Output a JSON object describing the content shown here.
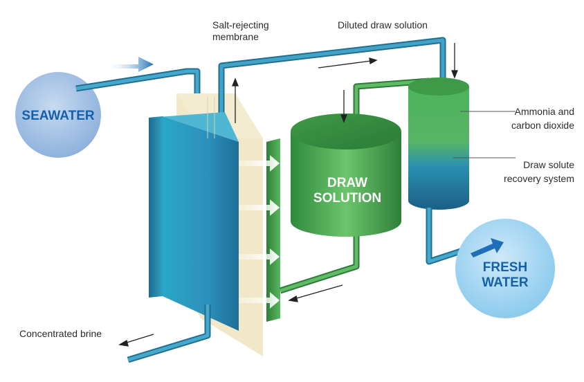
{
  "labels": {
    "seawater": "SEAWATER",
    "fresh_water_line1": "FRESH",
    "fresh_water_line2": "WATER",
    "draw_solution_line1": "DRAW",
    "draw_solution_line2": "SOLUTION",
    "salt_membrane_line1": "Salt-rejecting",
    "salt_membrane_line2": "membrane",
    "diluted_draw": "Diluted draw solution",
    "ammonia_line1": "Ammonia and",
    "ammonia_line2": "carbon dioxide",
    "recovery_line1": "Draw solute",
    "recovery_line2": "recovery system",
    "concentrated_brine": "Concentrated brine"
  },
  "colors": {
    "seawater_circle": "#a9c6e6",
    "seawater_text": "#1560a8",
    "fresh_circle": "#9fd0ee",
    "pipe_blue": "#2a8bb0",
    "pipe_green": "#3f9e4e",
    "tank_green": "#4aa653",
    "panel_blue": "#2d93bd",
    "membrane": "#efe6c4",
    "arrow_blue": "#1f6fb8"
  }
}
